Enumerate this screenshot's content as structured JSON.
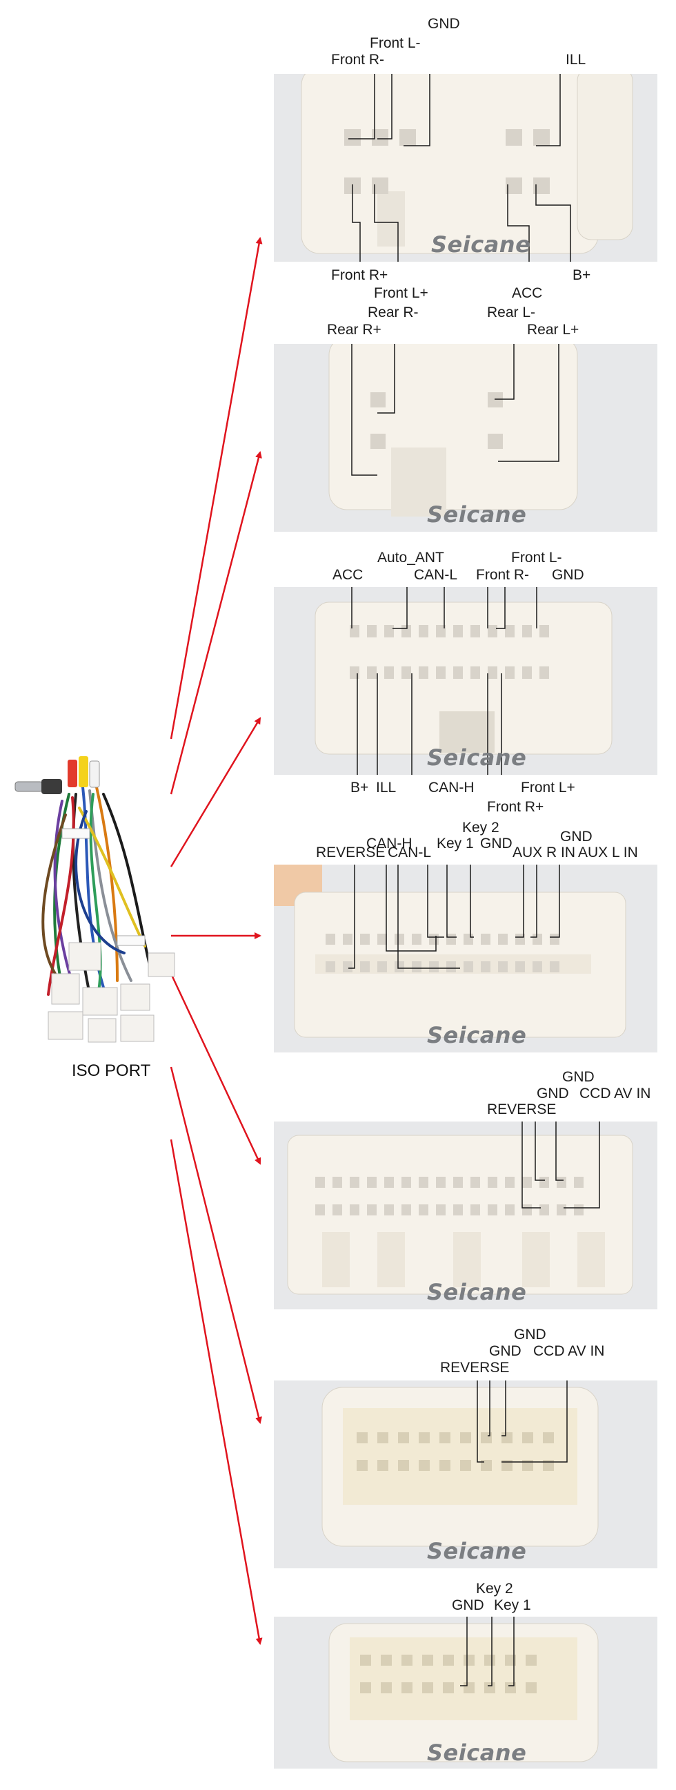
{
  "caption": "ISO PORT",
  "watermark": "Seicane",
  "colors": {
    "arrow": "#e0141e",
    "leader": "#1a1a1a",
    "panel": "#e7e8ea",
    "connector": "#f6f2ea"
  },
  "panels": [
    {
      "id": "p1",
      "labels": [
        "GND",
        "Front L-",
        "Front R-",
        "ILL",
        "Front R+",
        "Front L+",
        "ACC",
        "B+"
      ]
    },
    {
      "id": "p2",
      "labels": [
        "Rear R-",
        "Rear R+",
        "Rear L-",
        "Rear L+"
      ]
    },
    {
      "id": "p3",
      "labels": [
        "Auto_ANT",
        "ACC",
        "CAN-L",
        "Front R-",
        "Front L-",
        "GND",
        "B+",
        "ILL",
        "CAN-H",
        "Front L+",
        "Front R+"
      ]
    },
    {
      "id": "p4",
      "labels": [
        "Key 2",
        "CAN-H",
        "Key 1",
        "GND",
        "GND",
        "REVERSE",
        "CAN-L",
        "AUX R IN",
        "AUX L IN"
      ]
    },
    {
      "id": "p5",
      "labels": [
        "GND",
        "GND",
        "CCD AV IN",
        "REVERSE"
      ]
    },
    {
      "id": "p6",
      "labels": [
        "GND",
        "GND",
        "CCD AV IN",
        "REVERSE"
      ]
    },
    {
      "id": "p7",
      "labels": [
        "Key 2",
        "GND",
        "Key 1"
      ]
    }
  ]
}
